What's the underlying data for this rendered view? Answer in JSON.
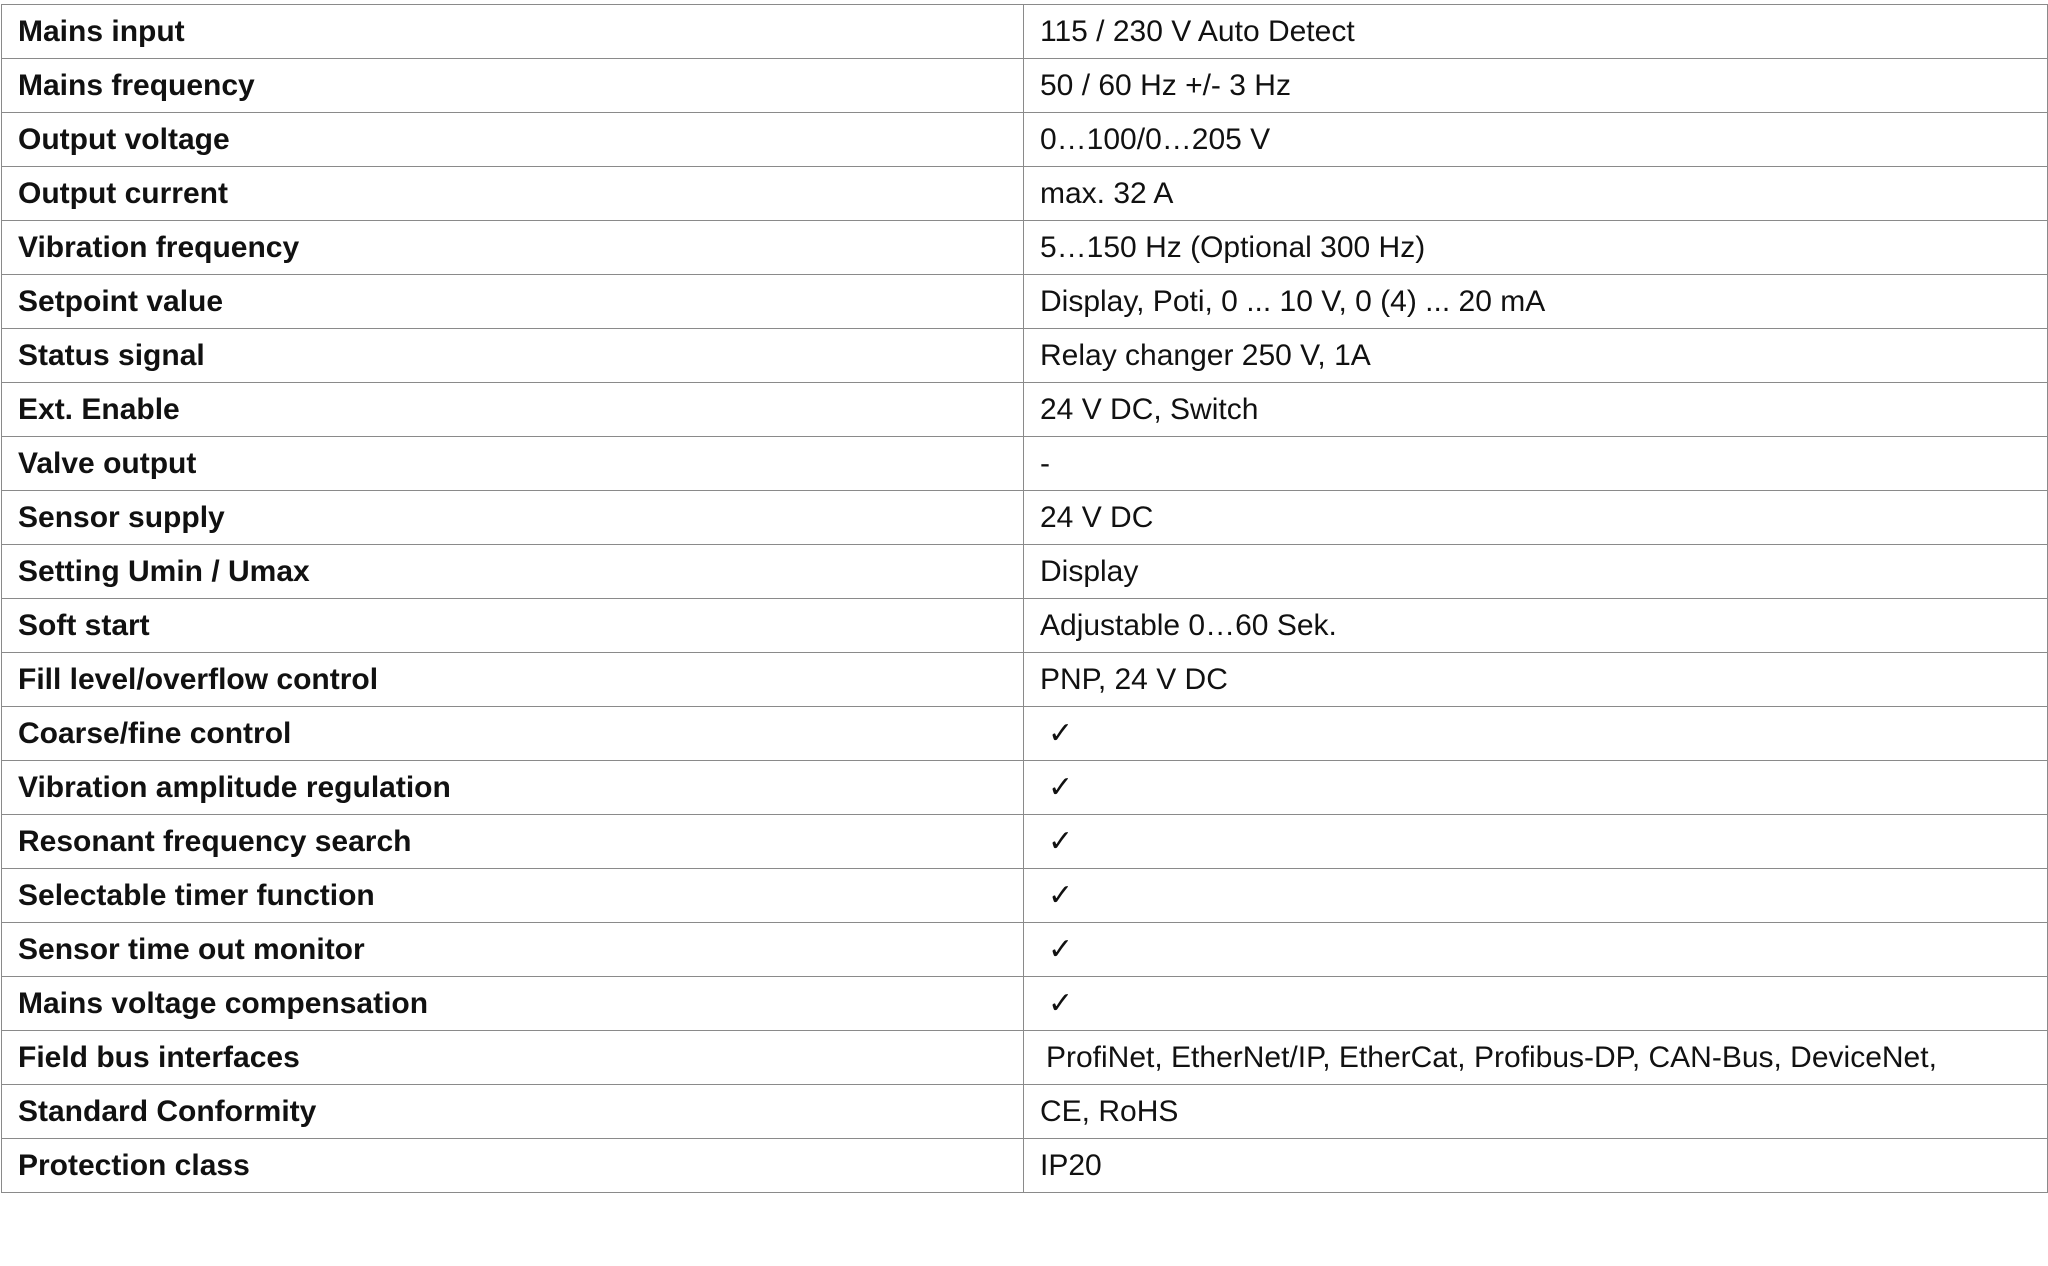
{
  "spec_table": {
    "rows": [
      {
        "label": "Mains input",
        "value": "115 / 230 V Auto Detect"
      },
      {
        "label": "Mains frequency",
        "value": "50 / 60 Hz +/- 3 Hz"
      },
      {
        "label": "Output voltage",
        "value": "0…100/0…205 V"
      },
      {
        "label": "Output current",
        "value": "max. 32 A"
      },
      {
        "label": "Vibration frequency",
        "value": "5…150 Hz (Optional 300 Hz)"
      },
      {
        "label": "Setpoint value",
        "value": "Display, Poti, 0 ... 10 V, 0 (4) ... 20 mA"
      },
      {
        "label": "Status signal",
        "value": "Relay changer 250 V, 1A"
      },
      {
        "label": "Ext. Enable",
        "value": "24 V DC, Switch"
      },
      {
        "label": "Valve output",
        "value": "-"
      },
      {
        "label": "Sensor supply",
        "value": "24 V DC"
      },
      {
        "label": "Setting Umin / Umax",
        "value": "Display"
      },
      {
        "label": "Soft start",
        "value": "Adjustable 0…60 Sek."
      },
      {
        "label": "Fill level/overflow control",
        "value": "PNP, 24 V DC"
      },
      {
        "label": "Coarse/fine control",
        "value": "✓"
      },
      {
        "label": "Vibration amplitude regulation",
        "value": "✓"
      },
      {
        "label": "Resonant frequency search",
        "value": "✓"
      },
      {
        "label": "Selectable timer function",
        "value": "✓"
      },
      {
        "label": "Sensor time out monitor",
        "value": "✓"
      },
      {
        "label": "Mains voltage compensation",
        "value": "✓"
      },
      {
        "label": "Field bus interfaces",
        "value": "ProfiNet, EtherNet/IP, EtherCat, Profibus-DP, CAN-Bus, DeviceNet,"
      },
      {
        "label": "Standard Conformity",
        "value": "CE, RoHS"
      },
      {
        "label": "Protection class",
        "value": "IP20"
      }
    ]
  }
}
